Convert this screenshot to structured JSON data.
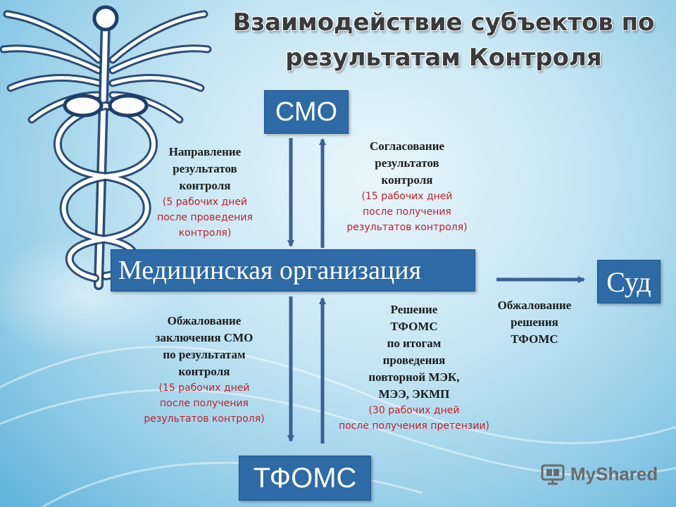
{
  "title": {
    "line1": "Взаимодействие субъектов по",
    "line2": "результатам Контроля"
  },
  "nodes": {
    "smo": "СМО",
    "med": "Медицинская организация",
    "tfoms": "ТФОМС",
    "sud": "Суд"
  },
  "edges": {
    "napravlenie": {
      "title_lines": [
        "Направление",
        "результатов",
        "контроля"
      ],
      "term_lines": [
        "(5 рабочих дней",
        "после проведения",
        "контроля)"
      ]
    },
    "soglasovanie": {
      "title_lines": [
        "Согласование",
        "результатов",
        "контроля"
      ],
      "term_lines": [
        "(15 рабочих дней",
        "после получения",
        "результатов контроля)"
      ]
    },
    "obzhalovanie_zakl": {
      "title_lines": [
        "Обжалование",
        "заключения СМО",
        "по результатам",
        "контроля"
      ],
      "term_lines": [
        "(15 рабочих дней",
        "после получения",
        "результатов контроля)"
      ]
    },
    "reshenie_tfoms": {
      "title_lines": [
        "Решение",
        "ТФОМС",
        "по итогам",
        "проведения",
        "повторной МЭК,",
        "МЭЭ, ЭКМП"
      ],
      "term_lines": [
        "(30 рабочих дней",
        "после получения претензии)"
      ]
    },
    "obzhalovanie_resh": {
      "title_lines": [
        "Обжалование",
        "решения",
        "ТФОМС"
      ]
    }
  },
  "watermark": {
    "logo_text": "MyShared",
    "icon": "myshared-logo-icon"
  },
  "colors": {
    "box": "#2d6aa6",
    "arrow": "#3b5f9a",
    "term_text": "#c0202a",
    "background": "#bfe3f2"
  }
}
